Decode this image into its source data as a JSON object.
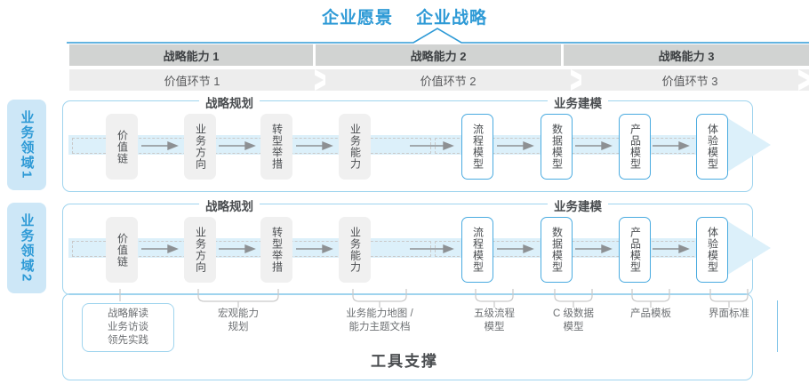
{
  "header": {
    "vision_titles": [
      "企业愿景",
      "企业战略"
    ],
    "accent_color": "#2e9ad6"
  },
  "capability_band": {
    "items": [
      {
        "label": "战略能力 1"
      },
      {
        "label": "战略能力 2"
      },
      {
        "label": "战略能力 3"
      }
    ],
    "bg_color": "#d1d3d2"
  },
  "value_band": {
    "items": [
      {
        "label": "价值环节 1"
      },
      {
        "label": "价值环节 2"
      },
      {
        "label": "价值环节 3"
      }
    ],
    "bg_color": "#ededed"
  },
  "domains": [
    {
      "label": "业务领域",
      "number": "1"
    },
    {
      "label": "业务领域",
      "number": "2"
    }
  ],
  "sections": [
    {
      "title": "战略规划"
    },
    {
      "title": "业务建模"
    }
  ],
  "nodes": {
    "planning": [
      {
        "label": "价值链",
        "style": "gray"
      },
      {
        "label": "业务方向",
        "style": "gray"
      },
      {
        "label": "转型举措",
        "style": "gray"
      },
      {
        "label": "业务能力",
        "style": "gray"
      }
    ],
    "modeling": [
      {
        "label": "流程模型",
        "style": "blue"
      },
      {
        "label": "数据模型",
        "style": "blue"
      },
      {
        "label": "产品模型",
        "style": "blue"
      },
      {
        "label": "体验模型",
        "style": "blue"
      }
    ]
  },
  "bottom_labels": [
    {
      "lines": [
        "战略解读",
        "业务访谈",
        "领先实践"
      ],
      "boxed": true
    },
    {
      "lines": [
        "宏观能力",
        "规划"
      ],
      "boxed": false
    },
    {
      "lines": [
        "业务能力地图 /",
        "能力主题文档"
      ],
      "boxed": false
    },
    {
      "lines": [
        "五级流程",
        "模型"
      ],
      "boxed": false
    },
    {
      "lines": [
        "C 级数据",
        "模型"
      ],
      "boxed": false
    },
    {
      "lines": [
        "产品模板"
      ],
      "boxed": false
    },
    {
      "lines": [
        "界面标准"
      ],
      "boxed": false
    }
  ],
  "footer": {
    "title": "工具支撑"
  }
}
